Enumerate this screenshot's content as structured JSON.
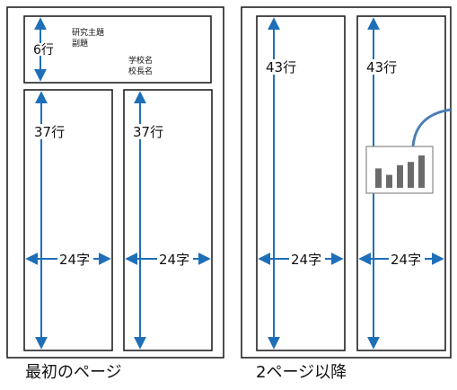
{
  "first_page": {
    "caption": "最初のページ",
    "header": {
      "lines_label": "6行",
      "research_title": "研究主題",
      "subtitle": "副題",
      "school_name": "学校名",
      "principal_name": "校長名"
    },
    "left_column": {
      "lines_label": "37行",
      "chars_label": "24字"
    },
    "right_column": {
      "lines_label": "37行",
      "chars_label": "24字"
    }
  },
  "later_pages": {
    "caption": "2ページ以降",
    "left_column": {
      "lines_label": "43行",
      "chars_label": "24字"
    },
    "right_column": {
      "lines_label": "43行",
      "chars_label": "24字"
    },
    "figure": {
      "chart_bars_relative": [
        0.6,
        0.4,
        0.7,
        0.8,
        1.0
      ]
    }
  }
}
